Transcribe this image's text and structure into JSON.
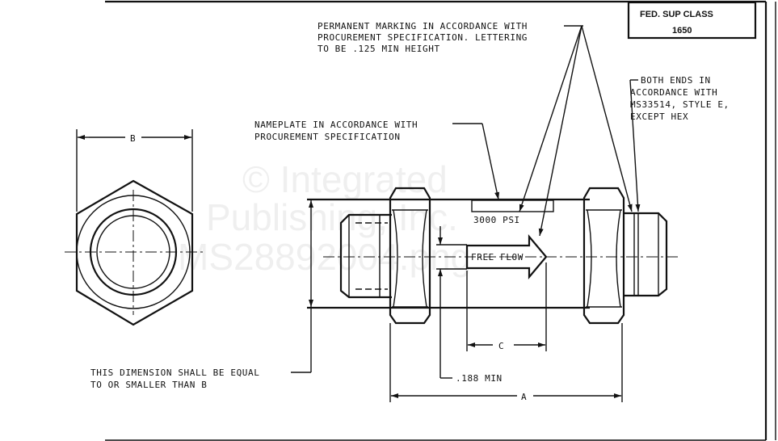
{
  "title_block": {
    "label": "FED. SUP CLASS",
    "value": "1650"
  },
  "notes": {
    "permanent_marking": [
      "PERMANENT MARKING IN ACCORDANCE WITH",
      "PROCUREMENT SPECIFICATION. LETTERING",
      "TO BE .125 MIN HEIGHT"
    ],
    "nameplate": [
      "NAMEPLATE IN ACCORDANCE WITH",
      "PROCUREMENT SPECIFICATION"
    ],
    "both_ends": [
      "BOTH ENDS IN",
      "ACCORDANCE WITH",
      "MS33514, STYLE E,",
      "EXCEPT HEX"
    ],
    "dimension_rule": [
      "THIS DIMENSION SHALL BE EQUAL",
      "TO OR SMALLER THAN B"
    ]
  },
  "nameplate_text": "3000 PSI",
  "flow_label": "FREE FLOW",
  "dimensions": {
    "b": "B",
    "c": "C",
    "a": "A",
    "min": ".188 MIN"
  },
  "watermark": [
    "© Integrated",
    "Publishing, Inc.",
    "MS28892004.png"
  ]
}
